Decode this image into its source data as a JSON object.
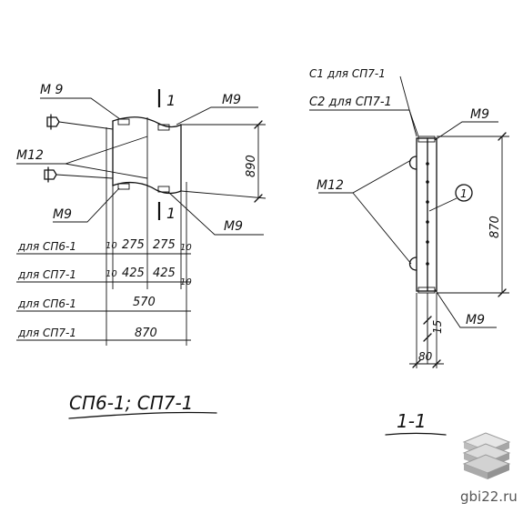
{
  "left_view": {
    "labels": {
      "m9_top_left": "M 9",
      "m9_top_right": "M9",
      "m12": "M12",
      "m9_bottom_left": "M9",
      "m9_bottom_right": "M9",
      "section_mark": "1",
      "height_dim": "890"
    },
    "rows": [
      {
        "label": "для СП6-1",
        "dims": [
          "10",
          "275",
          "275",
          "10"
        ]
      },
      {
        "label": "для СП7-1",
        "dims": [
          "10",
          "425",
          "425",
          "10"
        ]
      },
      {
        "label": "для СП6-1",
        "dims": [
          "570"
        ]
      },
      {
        "label": "для СП7-1",
        "dims": [
          "870"
        ]
      }
    ],
    "title": "СП6-1; СП7-1"
  },
  "right_view": {
    "labels": {
      "c1_partial": "С1 для СП7-1",
      "c2": "С2 для СП7-1",
      "m9_top": "M9",
      "m12": "M12",
      "circle_num": "1",
      "height_dim": "870",
      "dim_15": "15",
      "m9_bottom": "M9",
      "width_dim": "80"
    },
    "title": "1-1"
  },
  "watermark": {
    "text": "gbi22.ru",
    "logo": "stacked-slabs-logo"
  }
}
